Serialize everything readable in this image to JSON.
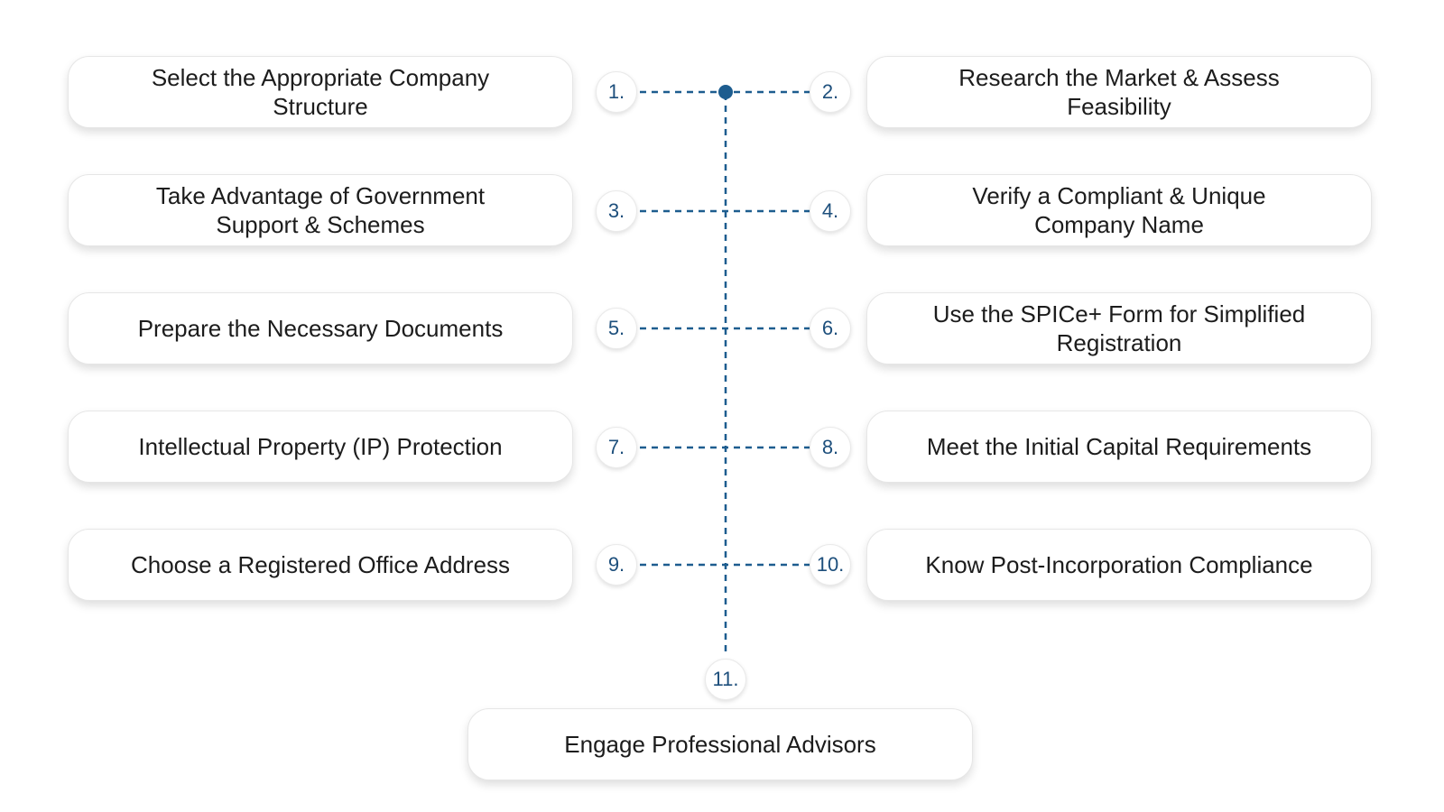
{
  "colors": {
    "connector": "#1d5d8f",
    "number": "#1d4f7c",
    "box_text": "#1c1c1c"
  },
  "steps": [
    {
      "number": "1.",
      "label": "Select the Appropriate Company Structure"
    },
    {
      "number": "2.",
      "label": "Research the Market & Assess Feasibility"
    },
    {
      "number": "3.",
      "label": "Take Advantage of Government Support & Schemes"
    },
    {
      "number": "4.",
      "label": "Verify a Compliant & Unique Company Name"
    },
    {
      "number": "5.",
      "label": "Prepare the Necessary Documents"
    },
    {
      "number": "6.",
      "label": "Use the SPICe+ Form for Simplified Registration"
    },
    {
      "number": "7.",
      "label": "Intellectual Property (IP) Protection"
    },
    {
      "number": "8.",
      "label": "Meet the Initial Capital Requirements"
    },
    {
      "number": "9.",
      "label": "Choose a Registered Office Address"
    },
    {
      "number": "10.",
      "label": "Know Post-Incorporation Compliance"
    },
    {
      "number": "11.",
      "label": "Engage Professional Advisors"
    }
  ]
}
